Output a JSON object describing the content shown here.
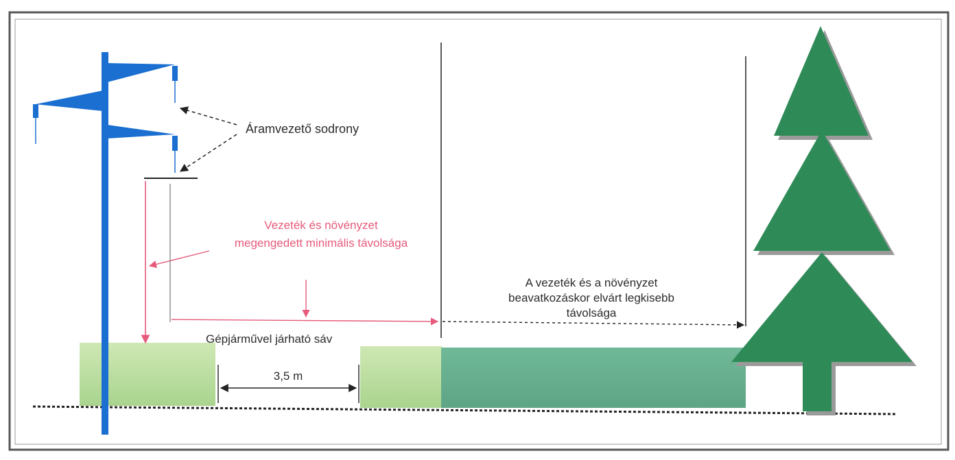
{
  "labels": {
    "conductor": "Áramvezető sodrony",
    "min_distance_line1": "Vezeték és növényzet",
    "min_distance_line2": "megengedett minimális távolsága",
    "intervention_line1": "A vezeték és a növényzet",
    "intervention_line2": "beavatkozáskor elvárt legkisebb",
    "intervention_line3": "távolsága",
    "vehicle_lane": "Gépjárművel járható sáv",
    "lane_width": "3,5 m"
  },
  "colors": {
    "pole": "#1a6fd0",
    "tree": "#2e8b57",
    "tree_shadow": "#9a9a9a",
    "vegetation_light": "#bfe0a6",
    "vegetation_teal": "#62ad8c",
    "pink": "#e65a7a",
    "text": "#2b2b2b"
  },
  "icons": [
    "power-pole-icon",
    "spruce-tree-icon"
  ]
}
